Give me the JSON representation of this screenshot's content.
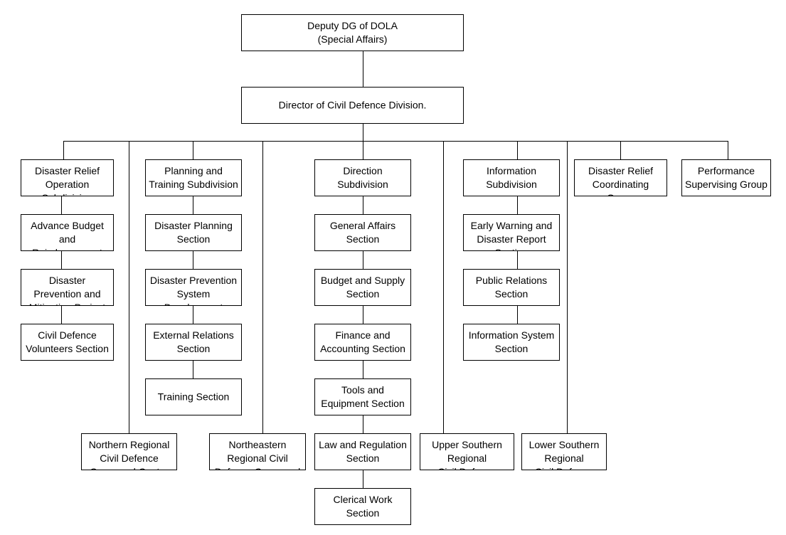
{
  "org": {
    "deputy": "Deputy DG of DOLA\n(Special Affairs)",
    "director": "Director of Civil Defence   Division.",
    "relief_sub": "Disaster Relief\nOperation\nSubdivision",
    "advance_budget": "Advance Budget\nand\nReimbursement",
    "prevention_project": "Disaster\nPrevention and\nMitigation Project",
    "volunteers": "Civil Defence\nVolunteers Section",
    "planning_sub": "Planning and\nTraining Subdivision",
    "disaster_planning": "Disaster Planning\nSection",
    "prevention_system": "Disaster Prevention\nSystem\nDevelopment",
    "external_relations": "External  Relations\nSection",
    "training": "Training  Section",
    "direction_sub": "Direction\nSubdivision",
    "general_affairs": "General  Affairs\nSection",
    "budget_supply": "Budget and Supply\nSection",
    "finance": "Finance and\nAccounting Section",
    "tools": "Tools and\nEquipment Section",
    "law": "Law and Regulation\nSection",
    "clerical": "Clerical Work\nSection",
    "information_sub": "Information\nSubdivision",
    "early_warning": "Early Warning and\nDisaster Report\nSection",
    "public_relations": "Public Relations\nSection",
    "info_system": "Information System\nSection",
    "relief_coord": "Disaster Relief\nCoordinating\nGroup",
    "performance": "Performance\nSupervising Group",
    "northern": "Northern Regional\nCivil Defence\nCommand Center",
    "northeastern": "Northeastern\nRegional Civil\nDefence Command",
    "upper_southern": "Upper Southern\nRegional\nCivil Defence",
    "lower_southern": "Lower Southern\nRegional\nCivil Defence"
  }
}
